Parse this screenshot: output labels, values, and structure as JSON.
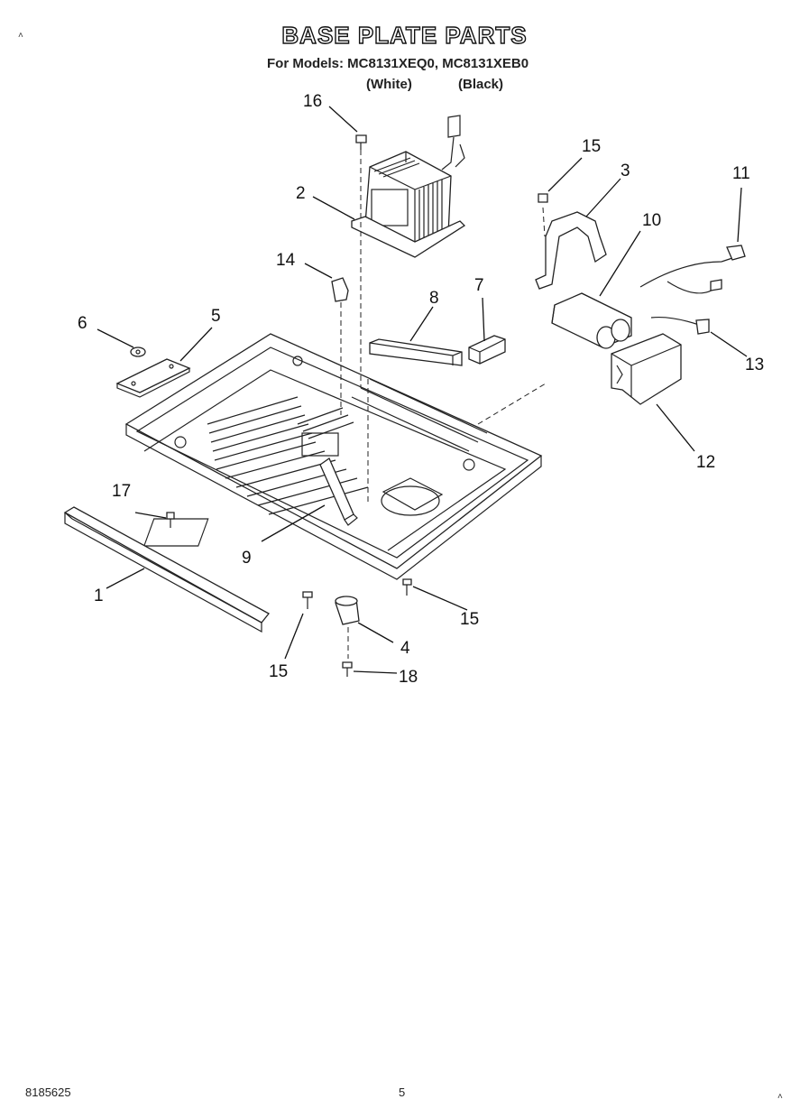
{
  "header": {
    "title": "BASE PLATE PARTS",
    "models_line": "For Models: MC8131XEQ0, MC8131XEB0",
    "variant_white": "(White)",
    "variant_black": "(Black)"
  },
  "callouts": [
    {
      "id": "callout-1",
      "label": "1"
    },
    {
      "id": "callout-2",
      "label": "2"
    },
    {
      "id": "callout-3",
      "label": "3"
    },
    {
      "id": "callout-4",
      "label": "4"
    },
    {
      "id": "callout-5",
      "label": "5"
    },
    {
      "id": "callout-6",
      "label": "6"
    },
    {
      "id": "callout-7",
      "label": "7"
    },
    {
      "id": "callout-8",
      "label": "8"
    },
    {
      "id": "callout-9",
      "label": "9"
    },
    {
      "id": "callout-10",
      "label": "10"
    },
    {
      "id": "callout-11",
      "label": "11"
    },
    {
      "id": "callout-12",
      "label": "12"
    },
    {
      "id": "callout-13",
      "label": "13"
    },
    {
      "id": "callout-14",
      "label": "14"
    },
    {
      "id": "callout-15a",
      "label": "15"
    },
    {
      "id": "callout-15b",
      "label": "15"
    },
    {
      "id": "callout-15c",
      "label": "15"
    },
    {
      "id": "callout-16",
      "label": "16"
    },
    {
      "id": "callout-17",
      "label": "17"
    },
    {
      "id": "callout-18",
      "label": "18"
    }
  ],
  "footer": {
    "doc_number": "8185625",
    "page_number": "5"
  }
}
